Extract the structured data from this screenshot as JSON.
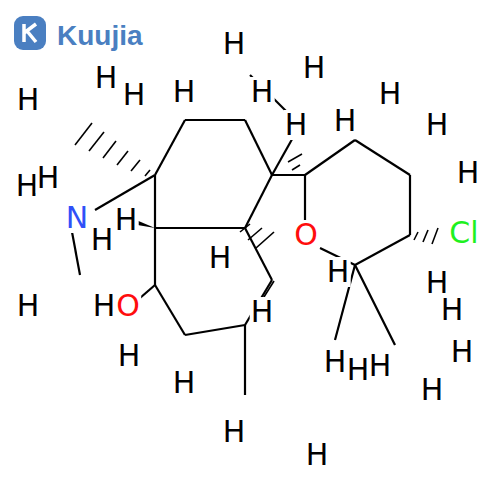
{
  "diagram": {
    "labels": [
      "Kuujia",
      "H",
      "H",
      "H",
      "H",
      "H",
      "H",
      "H",
      "H",
      "H",
      "N",
      "H",
      "H",
      "H",
      "H",
      "O",
      "H",
      "H",
      "H",
      "H",
      "H",
      "H",
      "O",
      "Cl",
      "H",
      "H",
      "H",
      "H",
      "H",
      "H",
      "H",
      "H",
      "H",
      "H",
      "H",
      "H",
      "H"
    ]
  }
}
